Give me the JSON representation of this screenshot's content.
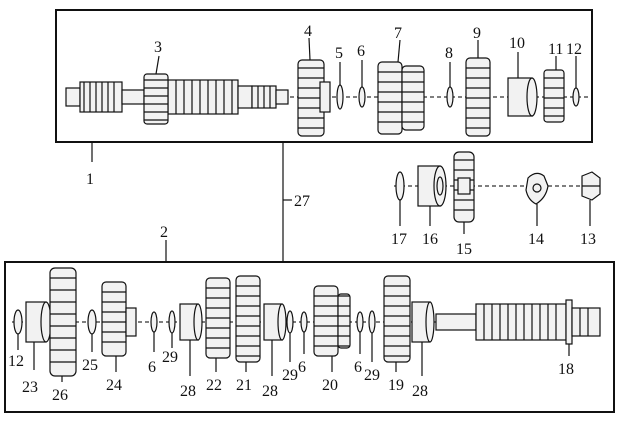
{
  "labels": {
    "p1": "1",
    "p2": "2",
    "p3": "3",
    "p4": "4",
    "p5": "5",
    "p6a": "6",
    "p7": "7",
    "p8": "8",
    "p9": "9",
    "p10": "10",
    "p11": "11",
    "p12a": "12",
    "p13": "13",
    "p14": "14",
    "p15": "15",
    "p16": "16",
    "p17": "17",
    "p27": "27",
    "p12b": "12",
    "p23": "23",
    "p26": "26",
    "p25": "25",
    "p24": "24",
    "p6b": "6",
    "p29a": "29",
    "p28a": "28",
    "p22": "22",
    "p21": "21",
    "p28b": "28",
    "p29b": "29",
    "p6c": "6",
    "p20": "20",
    "p6d": "6",
    "p29c": "29",
    "p19": "19",
    "p28c": "28",
    "p18": "18"
  }
}
